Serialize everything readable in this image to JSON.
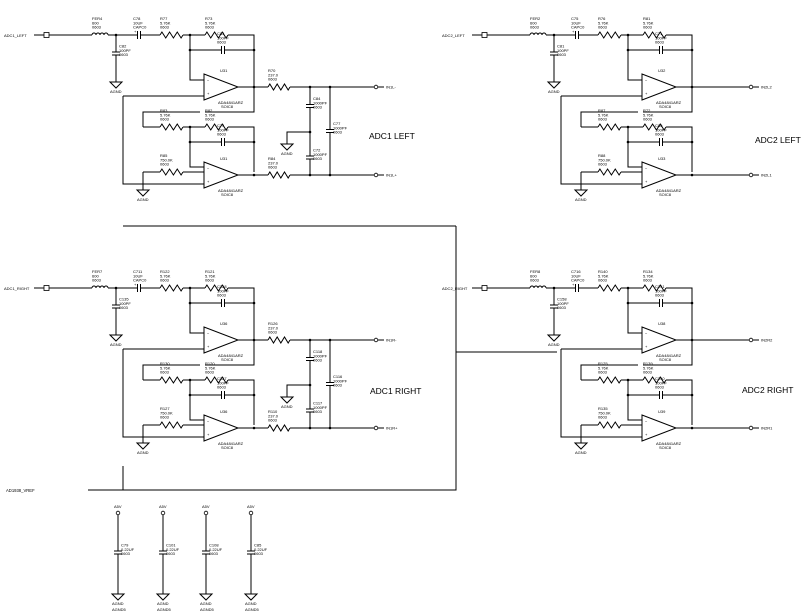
{
  "sections": {
    "adc1_left": "ADC1 LEFT",
    "adc2_left": "ADC2 LEFT",
    "adc1_right": "ADC1 RIGHT",
    "adc2_right": "ADC2 RIGHT"
  },
  "nets": {
    "adc1_left_in": "ADC1_LEFT",
    "adc2_left_in": "ADC2_LEFT",
    "adc1_right_in": "ADC1_RIGHT",
    "adc2_right_in": "ADC2_RIGHT",
    "adc1_left_out_minus": "IN1L-",
    "adc1_left_out_plus": "IN1L+",
    "adc2_left_out_2": "IN2L2",
    "adc2_left_out_1": "IN2L1",
    "adc1_right_out_minus": "IN1R-",
    "adc1_right_out_plus": "IN1R+",
    "adc2_right_out_2": "IN2R2",
    "adc2_right_out_1": "IN2R1",
    "vref": "AD1938_VREF"
  },
  "common": {
    "opamp_part": "ADA4841ARZ",
    "opamp_pkg": "SOIC8",
    "gnd": "AGND",
    "pkg": "0603",
    "supply": "A5V",
    "supply_gnd": "AGND5",
    "bypass_val": "0.22UF"
  },
  "adc1_left": {
    "ferrite": [
      "FER4",
      "600",
      "0603"
    ],
    "cap_in": [
      "C78",
      "10UF",
      "CAPC0"
    ],
    "cap_f": [
      "C82",
      "100PF",
      "0603"
    ],
    "r_in": [
      "R77",
      "5.76K",
      "0603"
    ],
    "r_fb": [
      "R73",
      "5.76K",
      "0603"
    ],
    "c_fb": [
      "C83",
      "100PF",
      "0603"
    ],
    "amp1": "U31",
    "r_out1": [
      "R70",
      "237.0",
      "0603"
    ],
    "c_out1": [
      "C84",
      "1000PF",
      "0603"
    ],
    "c_diff": [
      "C77",
      "1000PF",
      "0603"
    ],
    "c_out2": [
      "C72",
      "1000PF",
      "0603"
    ],
    "r_b": [
      "R83",
      "5.76K",
      "0603"
    ],
    "r_c": [
      "R82",
      "5.76K",
      "0603"
    ],
    "c_c": [
      "C74",
      "100PF",
      "0603"
    ],
    "r_d": [
      "R85",
      "750.0K",
      "0603"
    ],
    "amp2": "U31",
    "r_out2": [
      "R84",
      "237.0",
      "0603"
    ]
  },
  "adc2_left": {
    "ferrite": [
      "FER2",
      "600",
      "0603"
    ],
    "cap_in": [
      "C75",
      "10UF",
      "CAPC0"
    ],
    "cap_f": [
      "C81",
      "100PF",
      "0603"
    ],
    "r_in": [
      "R76",
      "5.76K",
      "0603"
    ],
    "r_fb": [
      "R81",
      "5.76K",
      "0603"
    ],
    "c_fb": [
      "C71",
      "100PF",
      "0603"
    ],
    "amp1": "U32",
    "r_b": [
      "R87",
      "5.76K",
      "0603"
    ],
    "r_c": [
      "R72",
      "5.76K",
      "0603"
    ],
    "c_c": [
      "C80",
      "100PF",
      "0603"
    ],
    "r_d": [
      "R88",
      "750.0K",
      "0603"
    ],
    "amp2": "U33"
  },
  "adc1_right": {
    "ferrite": [
      "FER7",
      "600",
      "0603"
    ],
    "cap_in": [
      "C711",
      "10UF",
      "CAPC0"
    ],
    "cap_f": [
      "C135",
      "100PF",
      "0603"
    ],
    "r_in": [
      "R122",
      "5.76K",
      "0603"
    ],
    "r_fb": [
      "R121",
      "5.76K",
      "0603"
    ],
    "c_fb": [
      "C128",
      "100PF",
      "0603"
    ],
    "amp1": "U36",
    "r_out1": [
      "R126",
      "237.0",
      "0603"
    ],
    "c_out1": [
      "C118",
      "1000PF",
      "0603"
    ],
    "c_diff": [
      "C116",
      "1000PF",
      "0603"
    ],
    "c_out2": [
      "C117",
      "1000PF",
      "0603"
    ],
    "r_b": [
      "R130",
      "5.76K",
      "0603"
    ],
    "r_c": [
      "R120",
      "5.76K",
      "0603"
    ],
    "c_c": [
      "C127",
      "100PF",
      "0603"
    ],
    "r_d": [
      "R127",
      "750.0K",
      "0603"
    ],
    "amp2": "U36",
    "r_out2": [
      "R110",
      "237.0",
      "0603"
    ]
  },
  "adc2_right": {
    "ferrite": [
      "FER8",
      "600",
      "0603"
    ],
    "cap_in": [
      "C716",
      "10UF",
      "CAPC0"
    ],
    "cap_f": [
      "C158",
      "100PF",
      "0603"
    ],
    "r_in": [
      "R140",
      "5.76K",
      "0603"
    ],
    "r_fb": [
      "R134",
      "5.76K",
      "0603"
    ],
    "c_fb": [
      "C141",
      "100PF",
      "0603"
    ],
    "amp1": "U38",
    "r_b": [
      "R125",
      "5.76K",
      "0603"
    ],
    "r_c": [
      "R139",
      "5.76K",
      "0603"
    ],
    "c_c": [
      "C140",
      "100PF",
      "0603"
    ],
    "r_d": [
      "R135",
      "750.0K",
      "0603"
    ],
    "amp2": "U39"
  },
  "bypass": [
    [
      "C79",
      "0.22UF",
      "0603"
    ],
    [
      "C101",
      "0.22UF",
      "0603"
    ],
    [
      "C108",
      "0.22UF",
      "0603"
    ],
    [
      "C85",
      "0.22UF",
      "0603"
    ]
  ]
}
